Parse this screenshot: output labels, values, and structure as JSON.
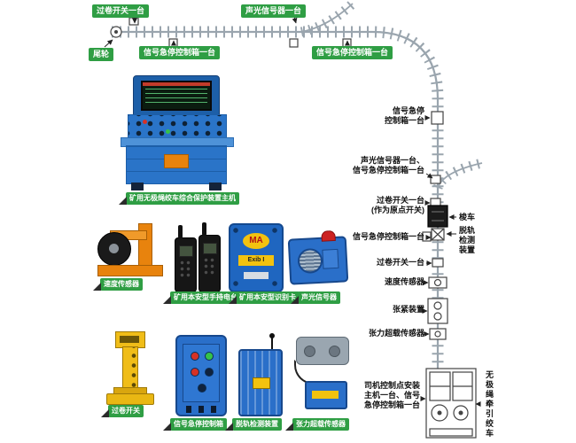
{
  "colors": {
    "tag_green": "#2f9e44",
    "track_gray": "#9aa5ae",
    "device_blue": "#2a6fc9",
    "device_orange": "#e8830d",
    "device_yellow": "#f0bd18"
  },
  "top_labels": {
    "overwind": "过卷开关一台",
    "signal": "声光信号器一台",
    "tail_wheel": "尾轮",
    "estop_left": "信号急停控制箱一台",
    "estop_right": "信号急停控制箱一台"
  },
  "right_labels": {
    "estop1": {
      "lines": [
        "信号急停",
        "控制箱一台"
      ]
    },
    "signal_estop": {
      "lines": [
        "声光信号器一台、",
        "信号急停控制箱一台"
      ]
    },
    "overwind_origin": {
      "lines": [
        "过卷开关一台",
        "(作为原点开关)"
      ]
    },
    "shuttle": {
      "lines": [
        "梭车"
      ]
    },
    "derail": {
      "lines": [
        "脱轨",
        "检测",
        "装置"
      ]
    },
    "estop2": {
      "lines": [
        "信号急停控制箱一台"
      ]
    },
    "overwind2": {
      "lines": [
        "过卷开关一台"
      ]
    },
    "speed": {
      "lines": [
        "速度传感器"
      ]
    },
    "tension": {
      "lines": [
        "张紧装置"
      ]
    },
    "overload": {
      "lines": [
        "张力超载传感器"
      ]
    },
    "driver": {
      "lines": [
        "司机控制点安装",
        "主机一台、信号",
        "急停控制箱一台"
      ]
    },
    "winch": {
      "lines": [
        "无极绳牵引绞车"
      ]
    }
  },
  "products": {
    "console": {
      "tag": "矿用无极绳绞车综合保护装置主机"
    },
    "speed_sensor": {
      "tag": "速度传感器"
    },
    "radio": {
      "tag": "矿用本安型手持电台"
    },
    "id_card": {
      "tag": "矿用本安型识别卡",
      "logo": "MA",
      "cert": "Exib I"
    },
    "signal_device": {
      "tag": "声光信号器"
    },
    "overwind_switch": {
      "tag": "过卷开关"
    },
    "estop_box": {
      "tag": "信号急停控制箱"
    },
    "derail_detector": {
      "tag": "脱轨检测装置"
    },
    "overload_sensor": {
      "tag": "张力超载传感器"
    }
  }
}
